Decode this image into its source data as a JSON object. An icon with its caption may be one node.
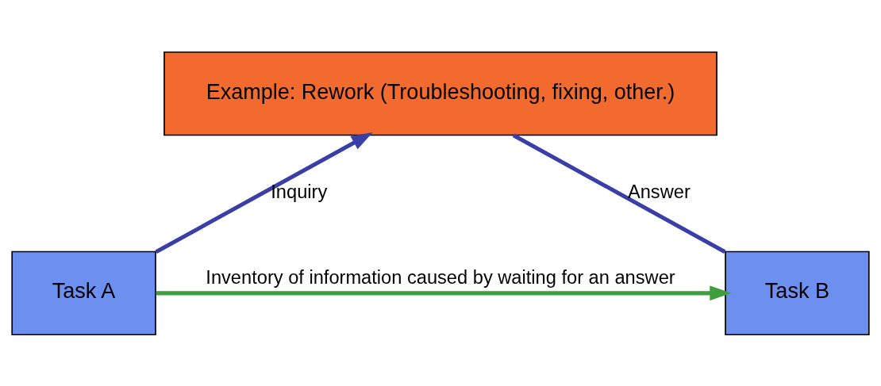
{
  "diagram": {
    "nodes": [
      {
        "text": [
          "Example: Rework (Troubleshooting, fixing, other.)"
        ]
      },
      {
        "text": [
          "Task A"
        ]
      },
      {
        "text": [
          "Task B"
        ]
      }
    ],
    "edges": [
      {
        "from": 1,
        "to": 0,
        "arrow": "to",
        "label": "Inquiry"
      },
      {
        "from": 0,
        "to": 2,
        "arrow": "none",
        "label": "Answer"
      },
      {
        "from": 1,
        "to": 2,
        "arrow": "to",
        "label": "Inventory of information caused by waiting for an answer",
        "color": "#3f9f3f"
      }
    ]
  }
}
